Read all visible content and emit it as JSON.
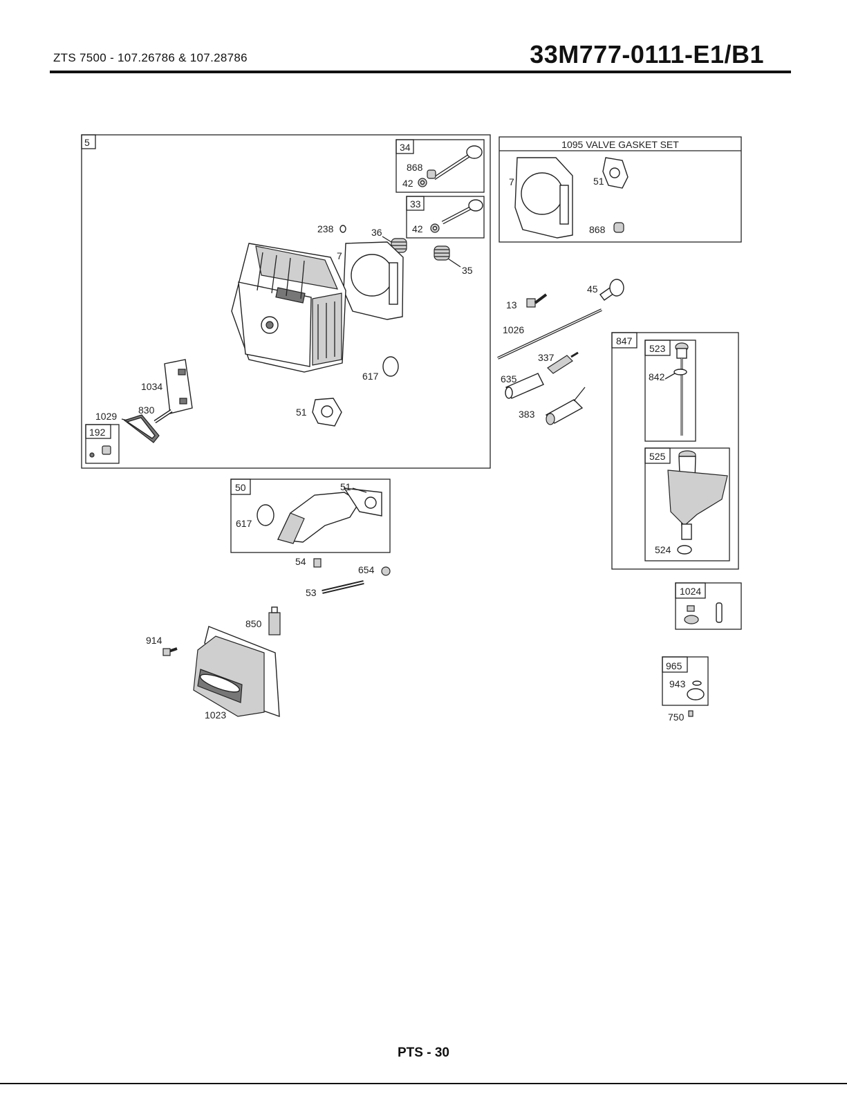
{
  "header": {
    "model": "ZTS 7500 - 107.26786 & 107.28786",
    "doc_number": "33M777-0111-E1/B1"
  },
  "footer": {
    "page": "PTS - 30"
  },
  "boxes": {
    "b5": "5",
    "b34": "34",
    "b33": "33",
    "b192": "192",
    "b50": "50",
    "b847": "847",
    "b523": "523",
    "b525": "525",
    "b1024": "1024",
    "b965": "965",
    "set_title": "1095 VALVE GASKET SET"
  },
  "labels": {
    "l868a": "868",
    "l42a": "42",
    "l42b": "42",
    "l238": "238",
    "l36": "36",
    "l7a": "7",
    "l35": "35",
    "l617a": "617",
    "l1034": "1034",
    "l830": "830",
    "l1029": "1029",
    "l51a": "51",
    "l7b": "7",
    "l51b": "51",
    "l868b": "868",
    "l13": "13",
    "l45": "45",
    "l1026": "1026",
    "l337": "337",
    "l635": "635",
    "l383": "383",
    "l842": "842",
    "l524": "524",
    "l51c": "51",
    "l617b": "617",
    "l54": "54",
    "l654": "654",
    "l53": "53",
    "l850": "850",
    "l914": "914",
    "l1023": "1023",
    "l943": "943",
    "l750": "750"
  }
}
